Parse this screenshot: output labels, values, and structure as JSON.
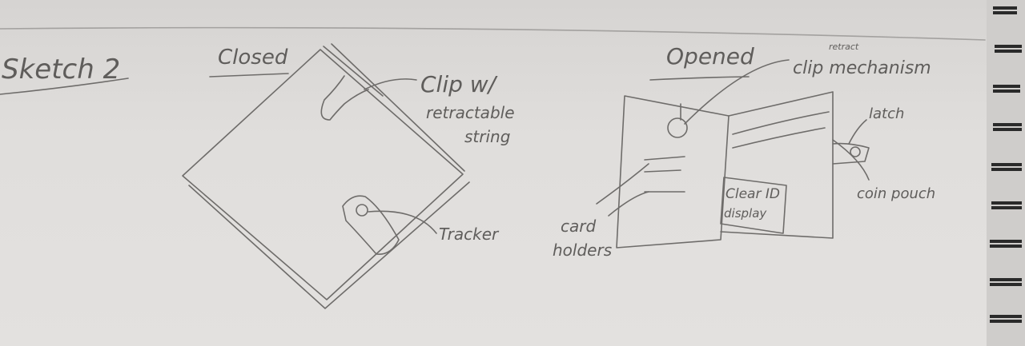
{
  "title": "Sketch 2",
  "closed": {
    "heading": "Closed",
    "labels": {
      "clip_line1": "Clip w/",
      "clip_line2": "retractable",
      "clip_line3": "string",
      "tracker": "Tracker"
    }
  },
  "opened": {
    "heading": "Opened",
    "labels": {
      "retract": "retract",
      "clip_mechanism": "clip mechanism",
      "latch": "latch",
      "coin_pouch": "coin pouch",
      "clear_id_line1": "Clear ID",
      "clear_id_line2": "display",
      "card_line1": "card",
      "card_line2": "holders"
    }
  },
  "colors": {
    "paper": "#e0dedc",
    "pencil": "#6e6c6a",
    "binding": "#2a2a2a"
  }
}
